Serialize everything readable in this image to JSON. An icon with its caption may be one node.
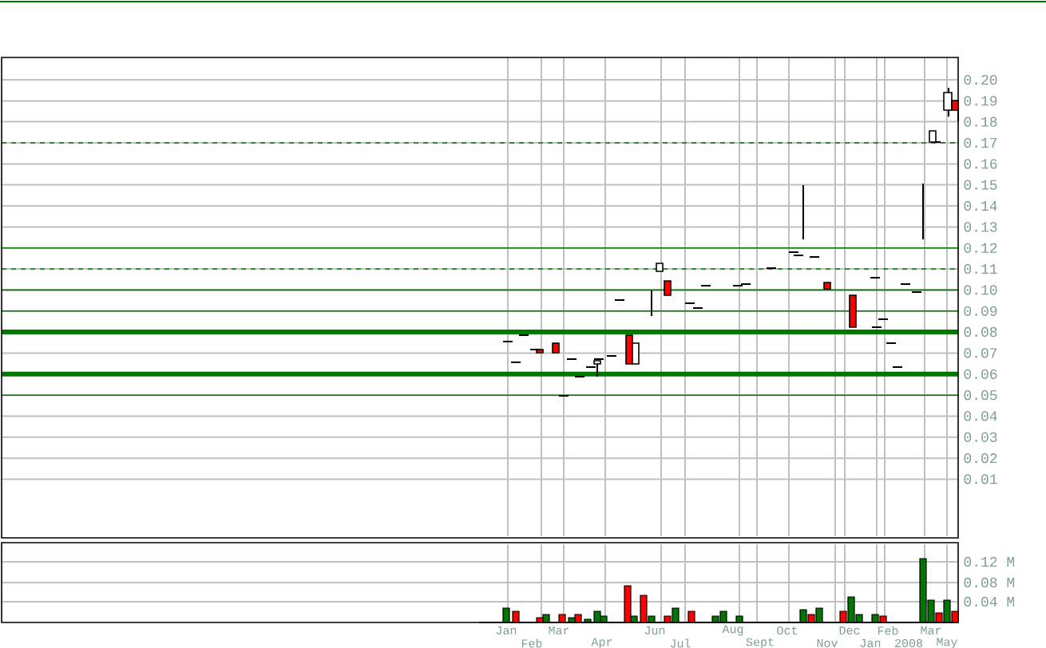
{
  "diagram": {
    "labels": [
      "0.20",
      "0.19",
      "0.18",
      "0.17",
      "0.16",
      "0.15",
      "0.14",
      "0.13",
      "0.12",
      "0.11",
      "0.10",
      "0.09",
      "0.08",
      "0.07",
      "0.06",
      "0.05",
      "0.04",
      "0.03",
      "0.02",
      "0.01",
      "0.12 M",
      "0.08 M",
      "0.04 M",
      "Jan",
      "Feb",
      "Mar",
      "Apr",
      "Jun",
      "Jul",
      "Aug",
      "Sept",
      "Oct",
      "Nov",
      "Dec",
      "Jan",
      "Feb",
      "2008",
      "Mar",
      "May"
    ]
  }
}
